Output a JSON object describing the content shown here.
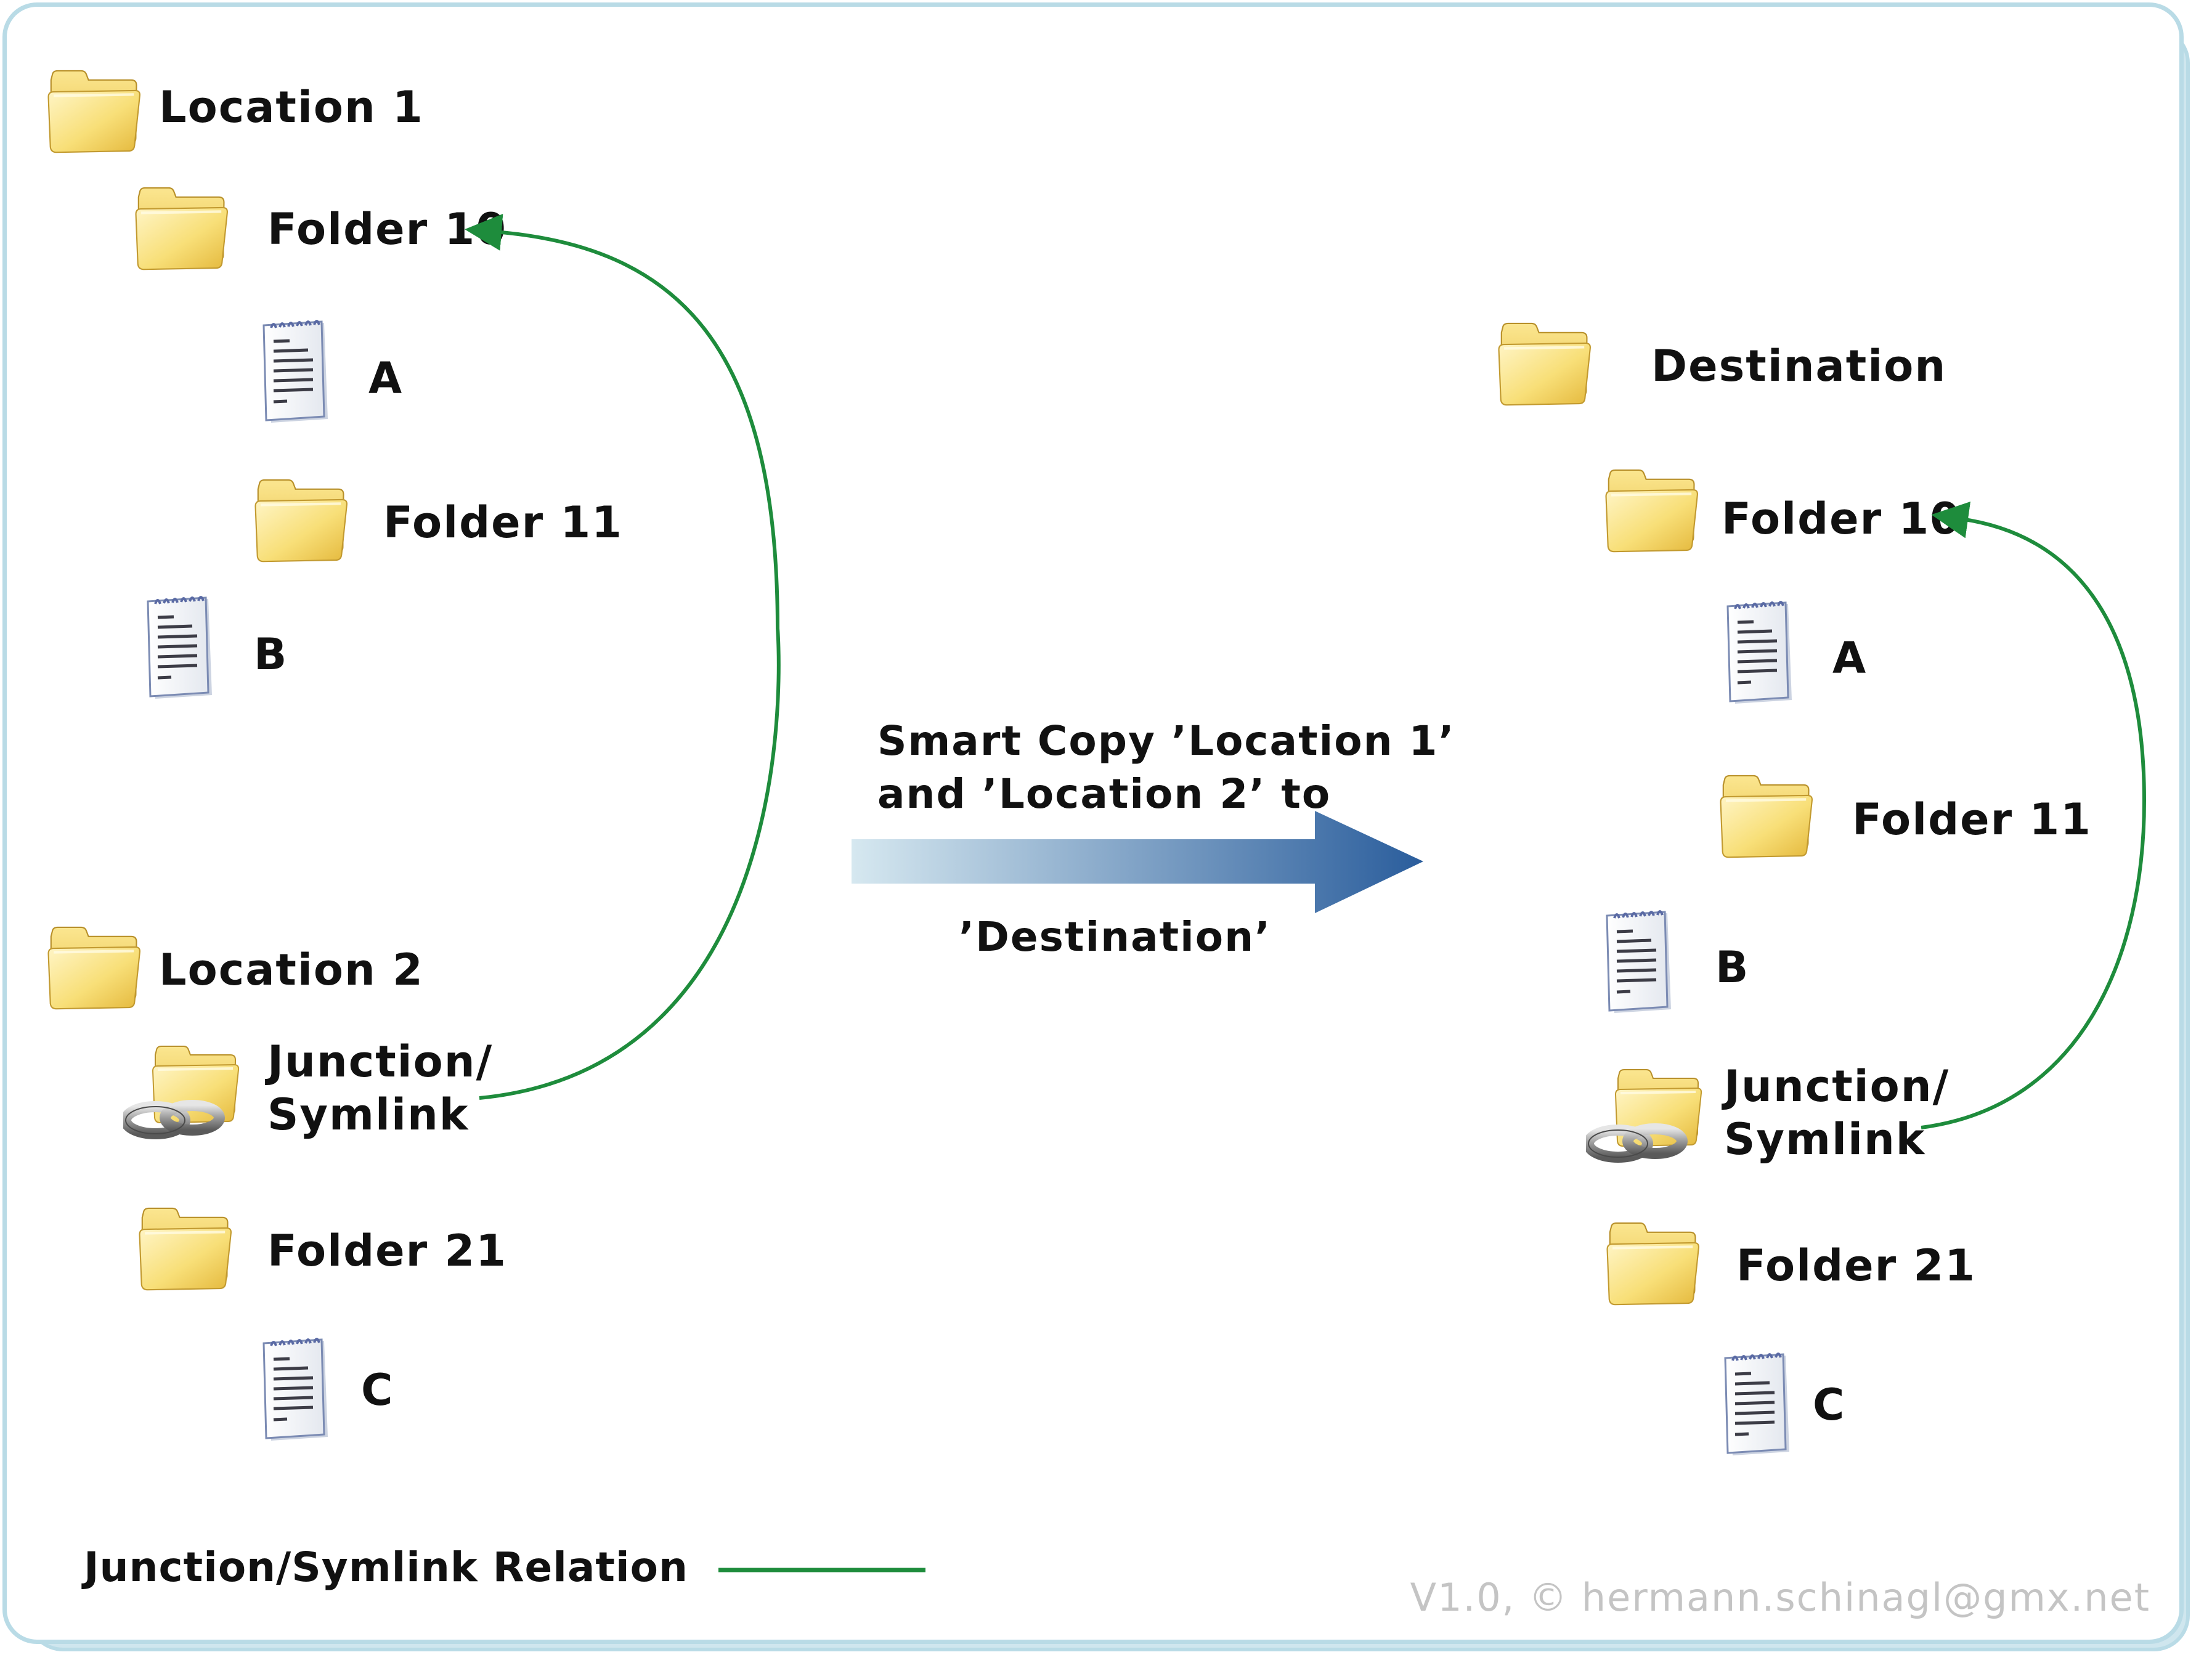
{
  "left": {
    "location1": "Location 1",
    "folder10": "Folder 10",
    "fileA": "A",
    "folder11": "Folder 11",
    "fileB": "B",
    "location2": "Location 2",
    "junction": "Junction/\nSymlink",
    "folder21": "Folder 21",
    "fileC": "C"
  },
  "middle": {
    "line1": "Smart Copy ’Location 1’\nand ’Location 2’ to",
    "line2": "’Destination’"
  },
  "right": {
    "destination": "Destination",
    "folder10": "Folder 10",
    "fileA": "A",
    "folder11": "Folder 11",
    "fileB": "B",
    "junction": "Junction/\nSymlink",
    "folder21": "Folder 21",
    "fileC": "C"
  },
  "legend": {
    "label": "Junction/Symlink Relation",
    "color": "#1e8c3c"
  },
  "credit": "V1.0, © hermann.schinagl@gmx.net",
  "colors": {
    "folder": "#f7d860",
    "relation": "#1e8c3c",
    "arrow_start": "#d6e8f0",
    "arrow_end": "#2a5d9c"
  },
  "icons": {
    "folder": "folder-icon",
    "file": "text-file-icon",
    "junction": "symlink-folder-icon"
  }
}
